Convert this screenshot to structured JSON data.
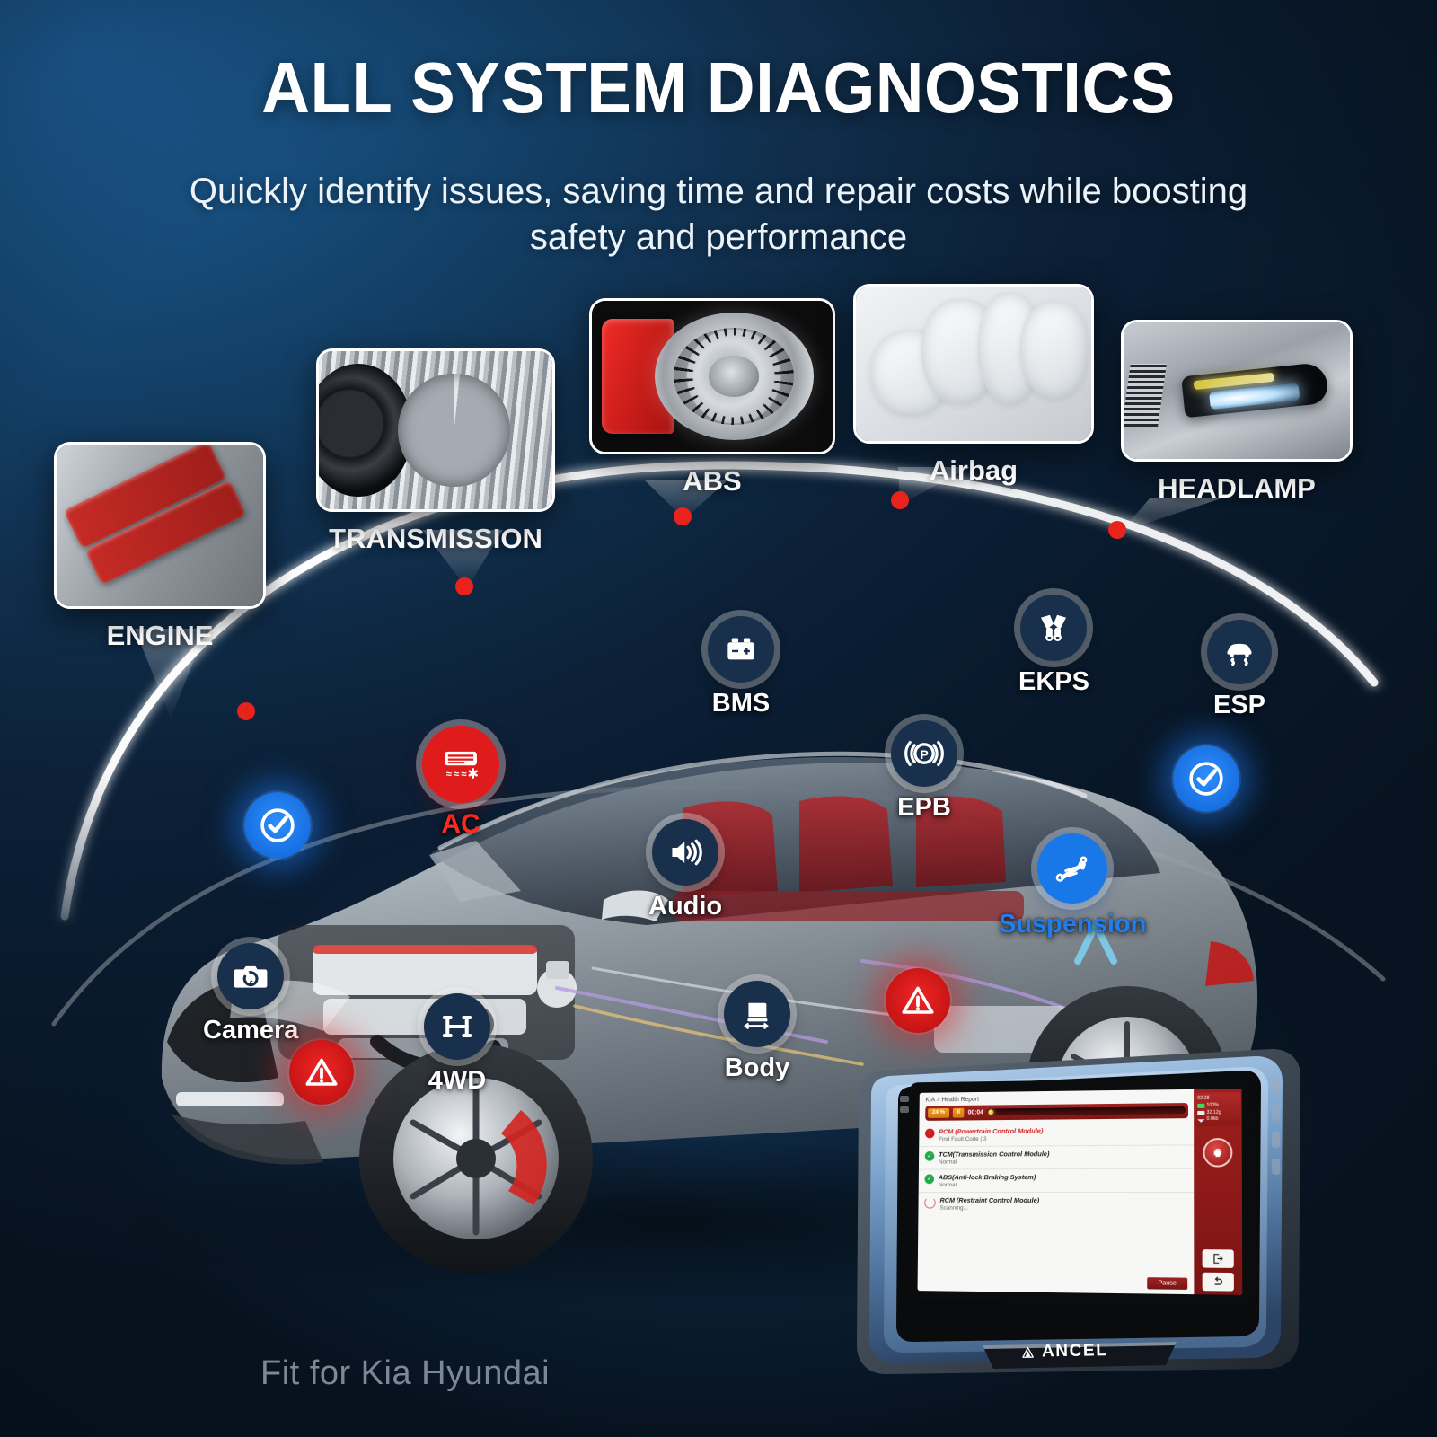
{
  "header": {
    "title": "ALL SYSTEM DIAGNOSTICS",
    "subtitle_line1": "Quickly identify issues, saving time and repair costs while boosting",
    "subtitle_line2": "safety and performance"
  },
  "footer": {
    "fit_note": "Fit for Kia Hyundai"
  },
  "colors": {
    "background_top_left": "#1e5f99",
    "background_bottom_right": "#0b1626",
    "accent_red": "#e01b1b",
    "accent_blue": "#1878e8",
    "icon_dark": "#18304c",
    "arc_white": "#ffffff",
    "arc_dot_red": "#e8231c",
    "label_white": "#ffffff"
  },
  "callout_cards": [
    {
      "id": "engine",
      "label": "ENGINE",
      "icon": "engine-photo"
    },
    {
      "id": "transmission",
      "label": "TRANSMISSION",
      "icon": "transmission-photo"
    },
    {
      "id": "abs",
      "label": "ABS",
      "icon": "brake-disc-photo"
    },
    {
      "id": "airbag",
      "label": "Airbag",
      "icon": "airbag-photo"
    },
    {
      "id": "headlamp",
      "label": "HEADLAMP",
      "icon": "headlamp-photo"
    }
  ],
  "hotspots": [
    {
      "id": "ac",
      "label": "AC",
      "icon": "air-conditioner-icon",
      "style": "red",
      "label_style": "red"
    },
    {
      "id": "bms",
      "label": "BMS",
      "icon": "battery-icon",
      "style": "dark",
      "label_style": "white"
    },
    {
      "id": "ekps",
      "label": "EKPS",
      "icon": "fuel-pump-icon",
      "style": "dark",
      "label_style": "white"
    },
    {
      "id": "esp",
      "label": "ESP",
      "icon": "skid-car-icon",
      "style": "dark",
      "label_style": "white"
    },
    {
      "id": "epb",
      "label": "EPB",
      "icon": "parking-brake-icon",
      "style": "dark",
      "label_style": "white"
    },
    {
      "id": "audio",
      "label": "Audio",
      "icon": "speaker-icon",
      "style": "dark",
      "label_style": "white"
    },
    {
      "id": "suspension",
      "label": "Suspension",
      "icon": "shock-absorber-icon",
      "style": "blue",
      "label_style": "blue"
    },
    {
      "id": "camera",
      "label": "Camera",
      "icon": "camera-icon",
      "style": "dark",
      "label_style": "white"
    },
    {
      "id": "fourwd",
      "label": "4WD",
      "icon": "four-wheel-drive-icon",
      "style": "dark",
      "label_style": "white"
    },
    {
      "id": "body",
      "label": "Body",
      "icon": "car-door-icon",
      "style": "dark",
      "label_style": "white"
    }
  ],
  "status_badges": [
    {
      "id": "ok-left",
      "type": "ok",
      "icon": "check-circle-icon"
    },
    {
      "id": "ok-right",
      "type": "ok",
      "icon": "check-circle-icon"
    },
    {
      "id": "warn-front",
      "type": "warn",
      "icon": "warning-triangle-icon"
    },
    {
      "id": "warn-side",
      "type": "warn",
      "icon": "warning-triangle-icon"
    }
  ],
  "device": {
    "brand": "ANCEL",
    "brand_icon": "ancel-triangle-logo",
    "screen": {
      "breadcrumb": "KIA > Health Report",
      "progress": {
        "percent_label": "24 %",
        "pause_glyph": "II",
        "elapsed": "00:04",
        "percent_value": 24
      },
      "status_panel": {
        "clock": "02:28",
        "battery": "100%",
        "memory": "32.12g",
        "network": "0.0kb"
      },
      "modules": [
        {
          "name": "PCM (Powertrain Control Module)",
          "status": "Find Fault Code | 3",
          "state": "error"
        },
        {
          "name": "TCM(Transmission Control Module)",
          "status": "Normal",
          "state": "ok"
        },
        {
          "name": "ABS(Anti-lock Braking System)",
          "status": "Normal",
          "state": "ok"
        },
        {
          "name": "RCM (Restraint Control Module)",
          "status": "Scanning...",
          "state": "scanning"
        }
      ],
      "pause_button": "Pause",
      "side_buttons": [
        {
          "id": "record",
          "icon": "record-print-icon"
        },
        {
          "id": "exit",
          "icon": "exit-arrow-icon"
        },
        {
          "id": "back",
          "icon": "back-arrow-icon"
        }
      ]
    }
  }
}
